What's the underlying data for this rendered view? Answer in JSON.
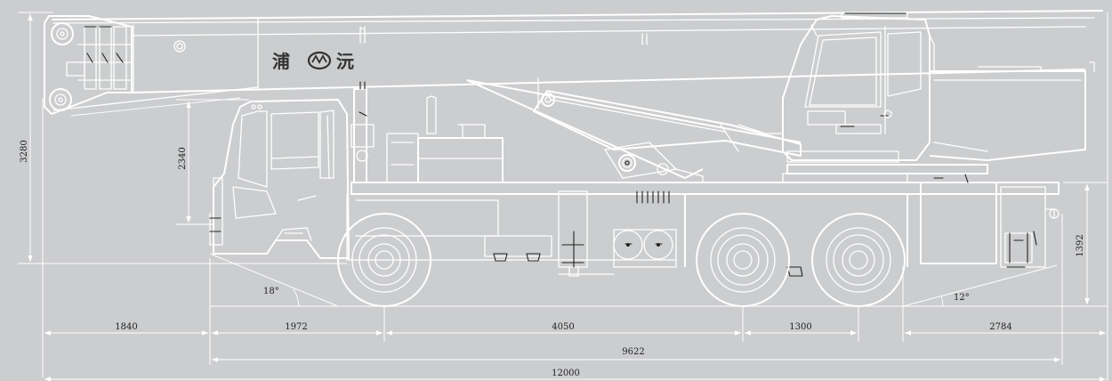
{
  "brand": {
    "char1": "浦",
    "logo": "沅-logo",
    "char2": "沅",
    "logo_color": "#333333"
  },
  "colors": {
    "background": "#cccdcf",
    "line": "#ffffff",
    "ink": "#222222"
  },
  "dimensions": {
    "overall_height": "3280",
    "cab_height": "2340",
    "rear_height": "1392",
    "front_overhang": "1840",
    "wheelbase_front": "1972",
    "wheelbase_mid": "4050",
    "axle_spacing": "1300",
    "rear_overhang": "2784",
    "chassis_length": "9622",
    "overall_length": "12000"
  },
  "angles": {
    "approach": "18°",
    "departure": "12°"
  }
}
